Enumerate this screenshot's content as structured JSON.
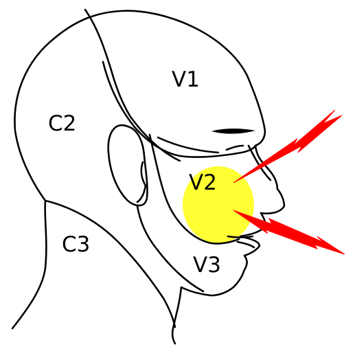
{
  "regions": {
    "v1": "V1",
    "v2": "V2",
    "v3": "V3",
    "c2": "C2",
    "c3": "C3"
  },
  "colors": {
    "pain_highlight": "#ffff33",
    "lightning": "#ff0000",
    "outline": "#000000",
    "background": "#ffffff"
  }
}
